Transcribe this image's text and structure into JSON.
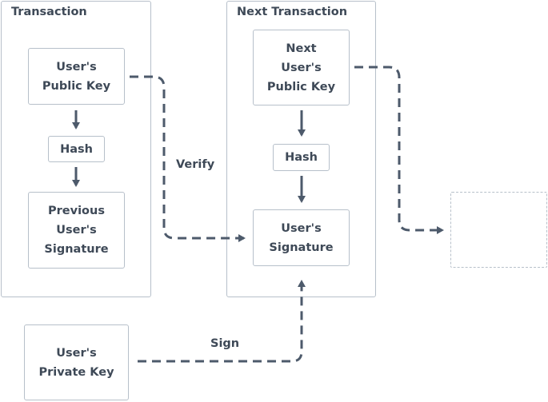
{
  "transaction": {
    "title": "Transaction",
    "public_key": "User's\nPublic Key",
    "hash": "Hash",
    "prev_signature": "Previous\nUser's\nSignature"
  },
  "next_transaction": {
    "title": "Next Transaction",
    "public_key": "Next\nUser's\nPublic Key",
    "hash": "Hash",
    "signature": "User's\nSignature"
  },
  "private_key": "User's\nPrivate Key",
  "labels": {
    "verify": "Verify",
    "sign": "Sign"
  },
  "colors": {
    "border": "#b7c0ca",
    "arrow": "#4d5a6b",
    "text": "#3e4957"
  }
}
